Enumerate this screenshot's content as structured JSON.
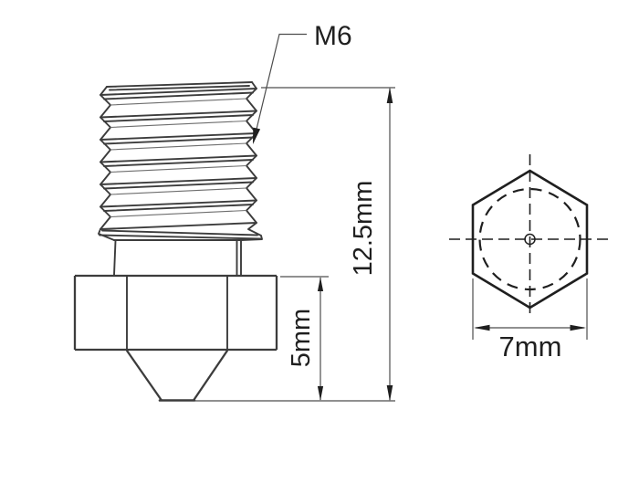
{
  "drawing": {
    "labels": {
      "thread": "M6",
      "overall_height": "12.5mm",
      "nozzle_height": "5mm",
      "hex_width": "7mm"
    },
    "colors": {
      "outline": "#3c3c3c",
      "thin": "#6e6e6e",
      "dim": "#4d4d4d",
      "ink": "#1f1f1f",
      "background": "#ffffff"
    }
  }
}
